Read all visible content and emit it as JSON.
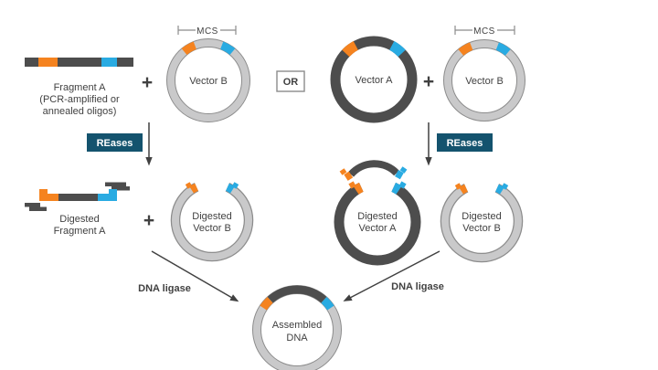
{
  "colors": {
    "orange": "#F5831F",
    "blue": "#29ABE2",
    "dark": "#4D4D4D",
    "ring-fill": "#C9C9CA",
    "ring-edge": "#8C8C8C",
    "teal": "#14536E",
    "text": "#414141",
    "arrow": "#414141",
    "bg": "#FFFFFF"
  },
  "labels": {
    "mcs": "MCS",
    "plus": "+",
    "or": "OR",
    "reases": "REases",
    "dna_ligase": "DNA ligase"
  },
  "fragment_a": {
    "line1": "Fragment A",
    "line2": "(PCR-amplified or",
    "line3": "annealed oligos)"
  },
  "vector_b": "Vector B",
  "vector_a": "Vector A",
  "digested_fragment_a": {
    "line1": "Digested",
    "line2": "Fragment A"
  },
  "digested_vector_b": {
    "line1": "Digested",
    "line2": "Vector B"
  },
  "digested_vector_a": {
    "line1": "Digested",
    "line2": "Vector A"
  },
  "assembled_dna": {
    "line1": "Assembled",
    "line2": "DNA"
  }
}
